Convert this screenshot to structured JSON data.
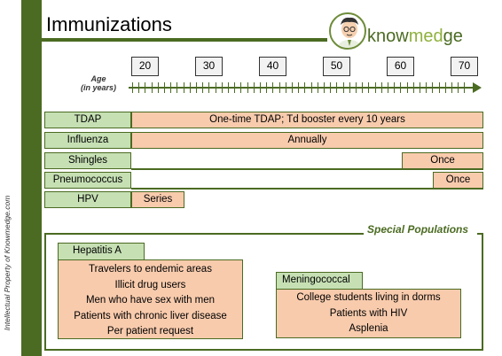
{
  "header": {
    "title": "Immunizations",
    "logo_text_a": "know",
    "logo_text_b": "med",
    "logo_text_c": "ge"
  },
  "side_text": "Intellectual Property of Knowmedge.com",
  "age_axis": {
    "label_line1": "Age",
    "label_line2": "(in years)",
    "ticks": [
      "20",
      "30",
      "40",
      "50",
      "60",
      "70"
    ]
  },
  "vaccines": [
    {
      "name": "TDAP",
      "schedule": "One-time TDAP; Td booster every 10 years"
    },
    {
      "name": "Influenza",
      "schedule": "Annually"
    },
    {
      "name": "Shingles",
      "schedule": "Once"
    },
    {
      "name": "Pneumococcus",
      "schedule": "Once"
    },
    {
      "name": "HPV",
      "schedule": "Series"
    }
  ],
  "special_populations": {
    "title": "Special Populations",
    "hepatitis_a": {
      "label": "Hepatitis A",
      "items": [
        "Travelers to endemic areas",
        "Illicit drug users",
        "Men who have sex with men",
        "Patients with chronic liver disease",
        "Per patient request"
      ]
    },
    "meningococcal": {
      "label": "Meningococcal",
      "items": [
        "College students living in dorms",
        "Patients with HIV",
        "Asplenia"
      ]
    }
  },
  "colors": {
    "dark_green": "#4b6b22",
    "light_green": "#c6e0b4",
    "peach": "#f8cbad"
  }
}
